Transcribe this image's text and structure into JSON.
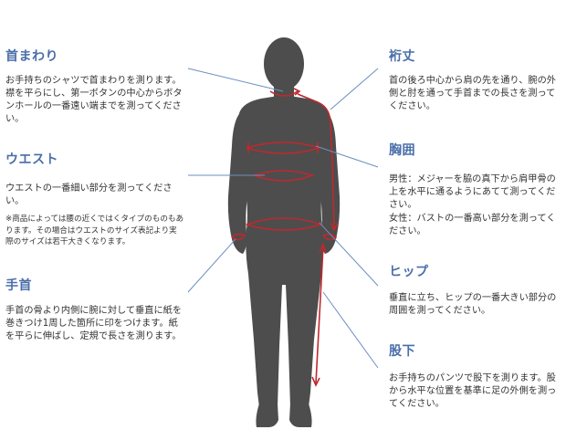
{
  "sections": {
    "neck": {
      "title": "首まわり",
      "desc": "お手持ちのシャツで首まわりを測ります。襟を平らにし、第一ボタンの中心からボタンホールの一番遠い端までを測ってください。"
    },
    "waist": {
      "title": "ウエスト",
      "desc": "ウエストの一番細い部分を測ってください。",
      "note": "※商品によっては腰の近くではくタイプのものもあります。その場合はウエストのサイズ表記より実際のサイズは若干大きくなります。"
    },
    "wrist": {
      "title": "手首",
      "desc": "手首の骨より内側に腕に対して垂直に紙を巻きつけ1周した箇所に印をつけます。紙を平らに伸ばし、定規で長さを測ります。"
    },
    "sleeve": {
      "title": "裄丈",
      "desc": "首の後ろ中心から肩の先を通り、腕の外側と肘を通って手首までの長さを測ってください。"
    },
    "chest": {
      "title": "胸囲",
      "desc_male": "男性：メジャーを脇の真下から肩甲骨の上を水平に通るようにあてて測ってください。",
      "desc_female": "女性：バストの一番高い部分を測ってください。"
    },
    "hip": {
      "title": "ヒップ",
      "desc": "垂直に立ち、ヒップの一番大きい部分の周囲を測ってください。"
    },
    "inseam": {
      "title": "股下",
      "desc": "お手持ちのパンツで股下を測ります。股から水平な位置を基準に足の外側を測ってください。"
    }
  },
  "colors": {
    "title": "#4a6ea9",
    "leader": "#6d8fc0",
    "figure": "#4d4d4d",
    "measure": "#c0282d"
  }
}
